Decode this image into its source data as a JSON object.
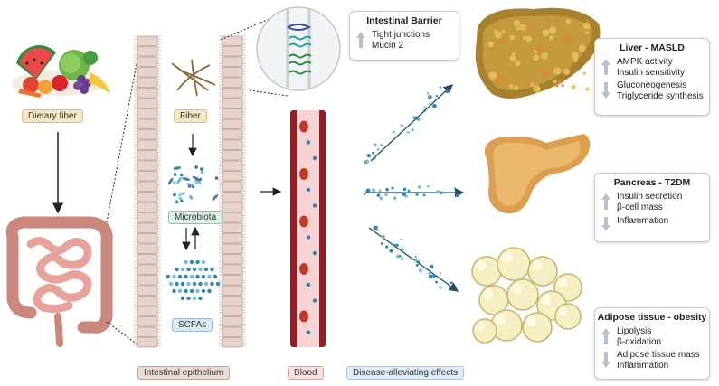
{
  "labels": {
    "dietary_fiber": "Dietary fiber",
    "fiber": "Fiber",
    "microbiota": "Microbiota",
    "scfas": "SCFAs",
    "intestinal_epithelium": "Intestinal epithelium",
    "blood": "Blood",
    "disease_effects": "Disease-alleviating effects"
  },
  "barrier": {
    "title": "Intestinal Barrier",
    "up": [
      "Tight junctions",
      "Mucin 2"
    ]
  },
  "liver": {
    "title": "Liver - MASLD",
    "up": [
      "AMPK activity",
      "Insulin sensitivity"
    ],
    "down": [
      "Gluconeogenesis",
      "Triglyceride synthesis"
    ]
  },
  "pancreas": {
    "title": "Pancreas - T2DM",
    "up": [
      "Insulin secretion",
      "β-cell mass"
    ],
    "down": [
      "Inflammation"
    ]
  },
  "adipose": {
    "title": "Adipose tissue - obesity",
    "up": [
      "Lipolysis",
      "β-oxidation"
    ],
    "down": [
      "Adipose tissue mass",
      "Inflammation"
    ]
  },
  "colors": {
    "arrow_grey": "#b7c0cc",
    "flow_arrow": "#1f4f6b",
    "blood_red": "#c0392b",
    "scfa_blue": "#2e86b5"
  }
}
